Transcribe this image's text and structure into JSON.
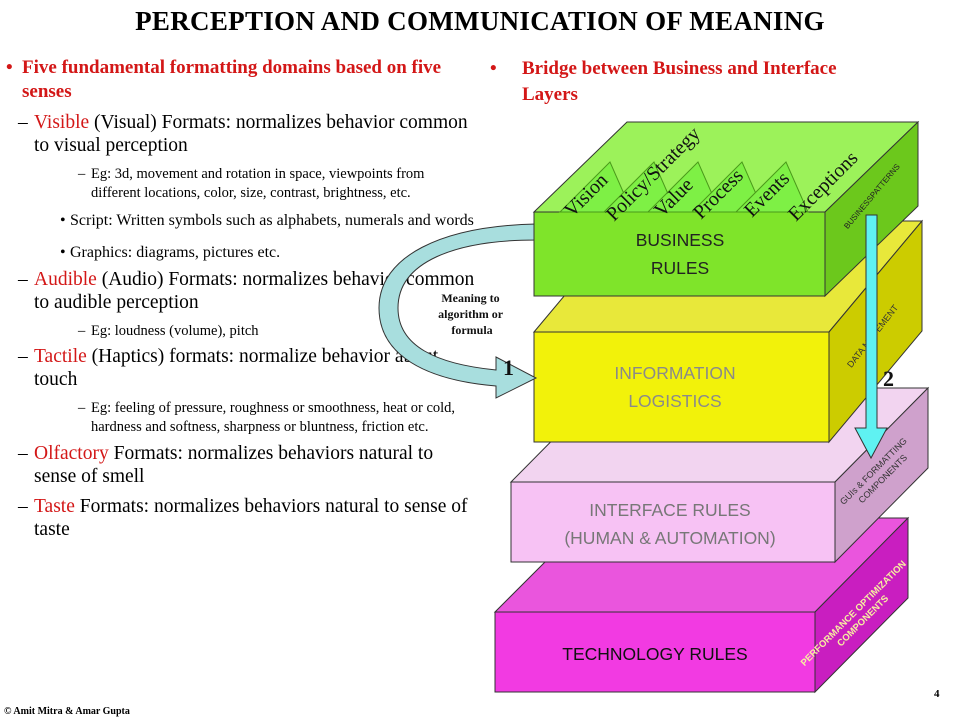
{
  "title": "PERCEPTION AND COMMUNICATION OF MEANING",
  "left": {
    "heading": "Five fundamental formatting domains based on five senses",
    "visible": {
      "term": "Visible",
      "rest": " (Visual) Formats: normalizes behavior common to visual perception",
      "example": "Eg: 3d, movement and rotation in space, viewpoints from different locations, color, size, contrast, brightness, etc.",
      "bullet_script": "Script: Written symbols such as alphabets, numerals and words",
      "bullet_graphics": "Graphics: diagrams,  pictures etc."
    },
    "audible": {
      "term": "Audible",
      "rest": " (Audio) Formats: normalizes behavior common to audible perception",
      "example": "Eg: loudness (volume), pitch"
    },
    "tactile": {
      "term": "Tactile",
      "rest": " (Haptics) formats: normalize behavior about touch",
      "example": "Eg: feeling of pressure, roughness or smoothness, heat or cold, hardness and softness, sharpness or bluntness, friction etc."
    },
    "olfactory": {
      "term": "Olfactory",
      "rest": " Formats: normalizes behaviors natural to sense of smell"
    },
    "taste": {
      "term": "Taste",
      "rest": " Formats: normalizes behaviors natural to sense of taste"
    }
  },
  "right": {
    "heading": "Bridge between Business and Interface Layers"
  },
  "diagram": {
    "top_tabs": [
      "Vision",
      "Policy/Strategy",
      "Value",
      "Process",
      "Events",
      "Exceptions"
    ],
    "layers": [
      {
        "front_line1": "BUSINESS",
        "front_line2": "RULES",
        "side": "BUSINESSPATTERNS",
        "front_color": "#7fe42a",
        "top_color": "#9cf25a",
        "side_color": "#6cc81c"
      },
      {
        "front_line1": "INFORMATION",
        "front_line2": "LOGISTICS",
        "side": "DATA MOVEMENT",
        "front_color": "#f2f20a",
        "top_color": "#e8e83a",
        "side_color": "#cccc00"
      },
      {
        "front_line1": "INTERFACE RULES",
        "front_line2": "(HUMAN & AUTOMATION)",
        "side": "GUIs & FORMATTING COMPONENTS",
        "front_color": "#f7c2f4",
        "top_color": "#f2d4f0",
        "side_color": "#cfa1cc"
      },
      {
        "front_line1": "TECHNOLOGY RULES",
        "front_line2": "",
        "side": "PERFORMANCE OPTIMIZATION COMPONENTS",
        "front_color": "#f23ae2",
        "top_color": "#ea55dd",
        "side_color": "#c91ec0"
      }
    ],
    "curved_arrow_label": "Meaning to algorithm or formula",
    "marker1": "1",
    "marker2": "2",
    "arrow_colors": {
      "curved": "#a8dede",
      "vertical": "#5ff2f2"
    }
  },
  "footer": {
    "copyright": "© Amit Mitra & Amar Gupta",
    "page_number": "4"
  }
}
